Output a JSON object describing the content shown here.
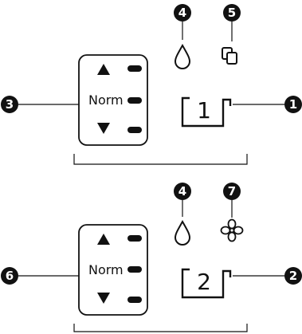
{
  "panels": [
    {
      "norm_label": "Norm",
      "compartment_number": "1",
      "callouts": {
        "left": "3",
        "right": "1",
        "drop": "4",
        "top_right": "5"
      },
      "top_right_icon": "copy-icon"
    },
    {
      "norm_label": "Norm",
      "compartment_number": "2",
      "callouts": {
        "left": "6",
        "right": "2",
        "drop": "4",
        "top_right": "7"
      },
      "top_right_icon": "fan-icon"
    }
  ]
}
